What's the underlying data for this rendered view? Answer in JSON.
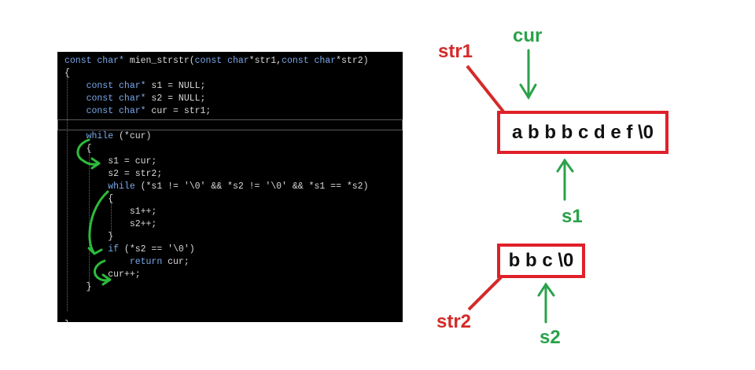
{
  "code": {
    "lines": [
      {
        "parts": [
          {
            "t": "const char* ",
            "c": "kw"
          },
          {
            "t": "mien_strstr",
            "c": ""
          },
          {
            "t": "(",
            "c": ""
          },
          {
            "t": "const char",
            "c": "kw"
          },
          {
            "t": "*str1,",
            "c": ""
          },
          {
            "t": "const char",
            "c": "kw"
          },
          {
            "t": "*str2)",
            "c": ""
          }
        ]
      },
      {
        "parts": [
          {
            "t": "{",
            "c": ""
          }
        ]
      },
      {
        "parts": [
          {
            "t": "    const char* ",
            "c": "kw"
          },
          {
            "t": "s1 = NULL;",
            "c": ""
          }
        ]
      },
      {
        "parts": [
          {
            "t": "    const char* ",
            "c": "kw"
          },
          {
            "t": "s2 = NULL;",
            "c": ""
          }
        ]
      },
      {
        "parts": [
          {
            "t": "    const char* ",
            "c": "kw"
          },
          {
            "t": "cur = str1;",
            "c": ""
          }
        ]
      },
      {
        "parts": [
          {
            "t": "",
            "c": ""
          }
        ]
      },
      {
        "parts": [
          {
            "t": "    while ",
            "c": "kw"
          },
          {
            "t": "(*cur)",
            "c": ""
          }
        ]
      },
      {
        "parts": [
          {
            "t": "    {",
            "c": ""
          }
        ]
      },
      {
        "parts": [
          {
            "t": "        s1 = cur;",
            "c": ""
          }
        ]
      },
      {
        "parts": [
          {
            "t": "        s2 = str2;",
            "c": ""
          }
        ]
      },
      {
        "parts": [
          {
            "t": "        while ",
            "c": "kw"
          },
          {
            "t": "(*s1 != '\\0' && *s2 != '\\0' && *s1 == *s2)",
            "c": ""
          }
        ]
      },
      {
        "parts": [
          {
            "t": "        {",
            "c": ""
          }
        ]
      },
      {
        "parts": [
          {
            "t": "            s1++;",
            "c": ""
          }
        ]
      },
      {
        "parts": [
          {
            "t": "            s2++;",
            "c": ""
          }
        ]
      },
      {
        "parts": [
          {
            "t": "        }",
            "c": ""
          }
        ]
      },
      {
        "parts": [
          {
            "t": "        if ",
            "c": "kw"
          },
          {
            "t": "(*s2 == '\\0')",
            "c": ""
          }
        ]
      },
      {
        "parts": [
          {
            "t": "            return ",
            "c": "kw"
          },
          {
            "t": "cur;",
            "c": ""
          }
        ]
      },
      {
        "parts": [
          {
            "t": "        cur++;",
            "c": ""
          }
        ]
      },
      {
        "parts": [
          {
            "t": "    }",
            "c": ""
          }
        ]
      },
      {
        "parts": [
          {
            "t": "",
            "c": ""
          }
        ]
      },
      {
        "parts": [
          {
            "t": "",
            "c": ""
          }
        ]
      },
      {
        "parts": [
          {
            "t": "}",
            "c": ""
          }
        ]
      }
    ]
  },
  "diagram": {
    "string1": "a b b b c d e f \\0",
    "string2": "b b c \\0",
    "labels": {
      "str1": "str1",
      "str2": "str2",
      "cur": "cur",
      "s1": "s1",
      "s2": "s2"
    },
    "colors": {
      "box_border": "#e0202a",
      "pointer_red": "#d42a2a",
      "pointer_green": "#2aa24a",
      "code_background": "#000000",
      "keyword": "#7aa8e8"
    }
  }
}
